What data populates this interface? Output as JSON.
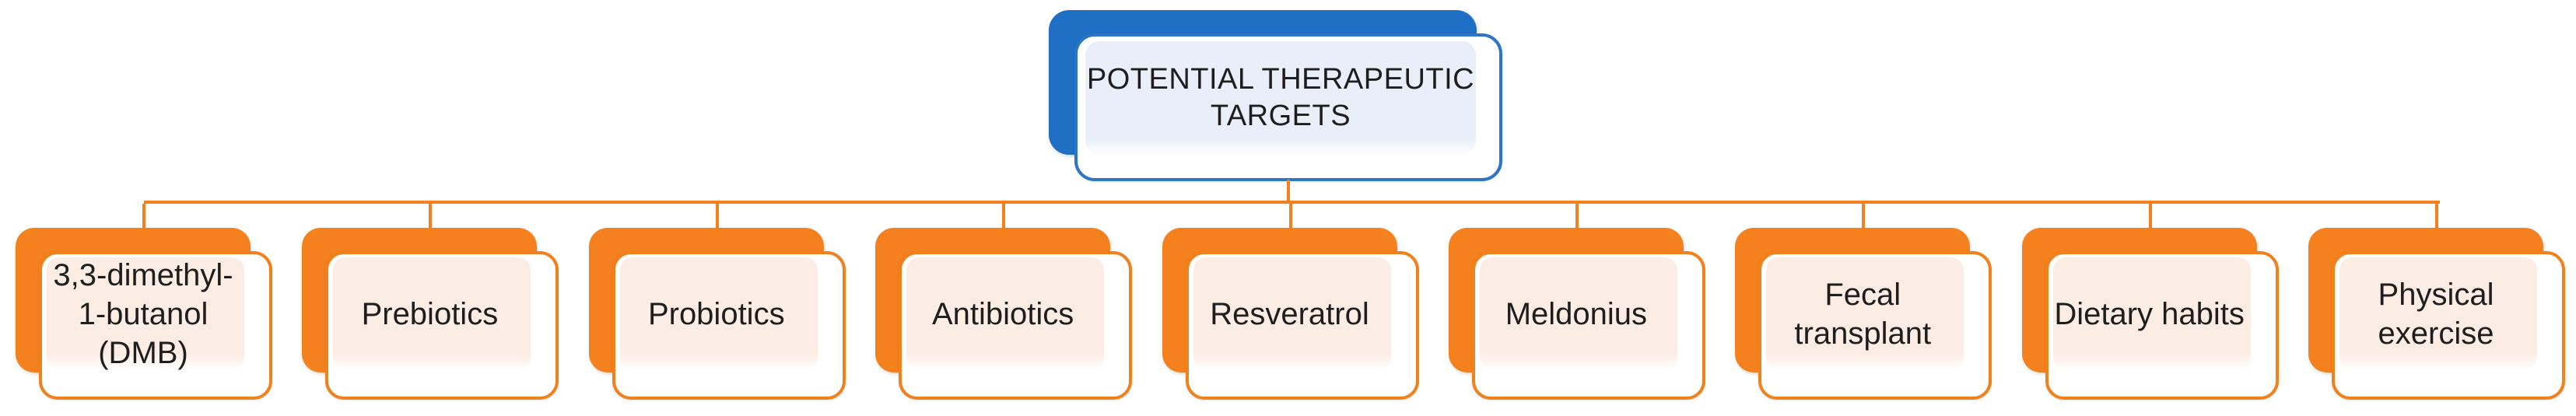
{
  "diagram": {
    "root": {
      "label": "POTENTIAL THERAPEUTIC\nTARGETS"
    },
    "children": [
      {
        "label": "3,3-dimethyl-\n1-butanol\n(DMB)"
      },
      {
        "label": "Prebiotics"
      },
      {
        "label": "Probiotics"
      },
      {
        "label": "Antibiotics"
      },
      {
        "label": "Resveratrol"
      },
      {
        "label": "Meldonius"
      },
      {
        "label": "Fecal\ntransplant"
      },
      {
        "label": "Dietary habits"
      },
      {
        "label": "Physical\nexercise"
      }
    ],
    "colors": {
      "root_solid": "#1F70C4",
      "root_border": "#2E75C6",
      "root_fill": "#E9EEF8",
      "child_solid": "#F5801E",
      "child_border": "#F0811F",
      "child_fill": "#FCEDE4",
      "connector": "#F5801E",
      "text": "#1E1E1E",
      "canvas_bg": "#FFFFFF"
    }
  }
}
